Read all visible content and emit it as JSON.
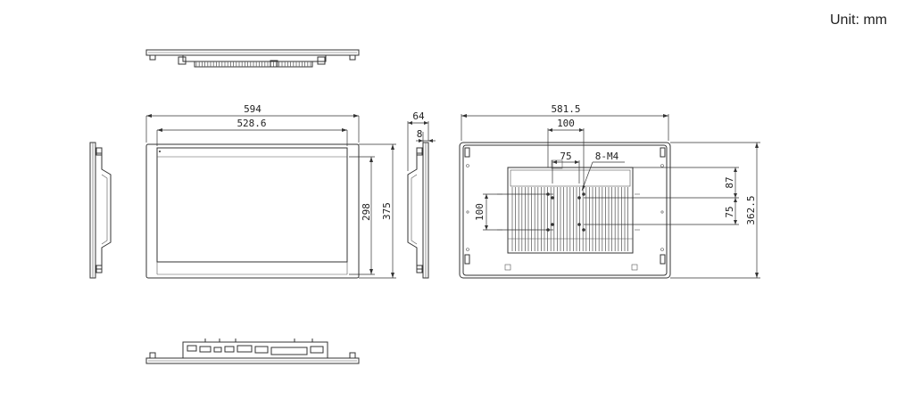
{
  "unit_label": "Unit: mm",
  "dimensions": {
    "front_width_overall": "594",
    "front_width_display": "528.6",
    "front_height_display": "298",
    "front_height_overall": "375",
    "side_depth": "64",
    "side_bezel": "8",
    "rear_width_overall": "581.5",
    "rear_vesa_100_h": "100",
    "rear_vesa_75_h": "75",
    "rear_screws": "8-M4",
    "rear_vesa_100_v": "100",
    "rear_vesa_87_v": "87",
    "rear_vesa_75_v": "75",
    "rear_height_overall": "362.5"
  }
}
